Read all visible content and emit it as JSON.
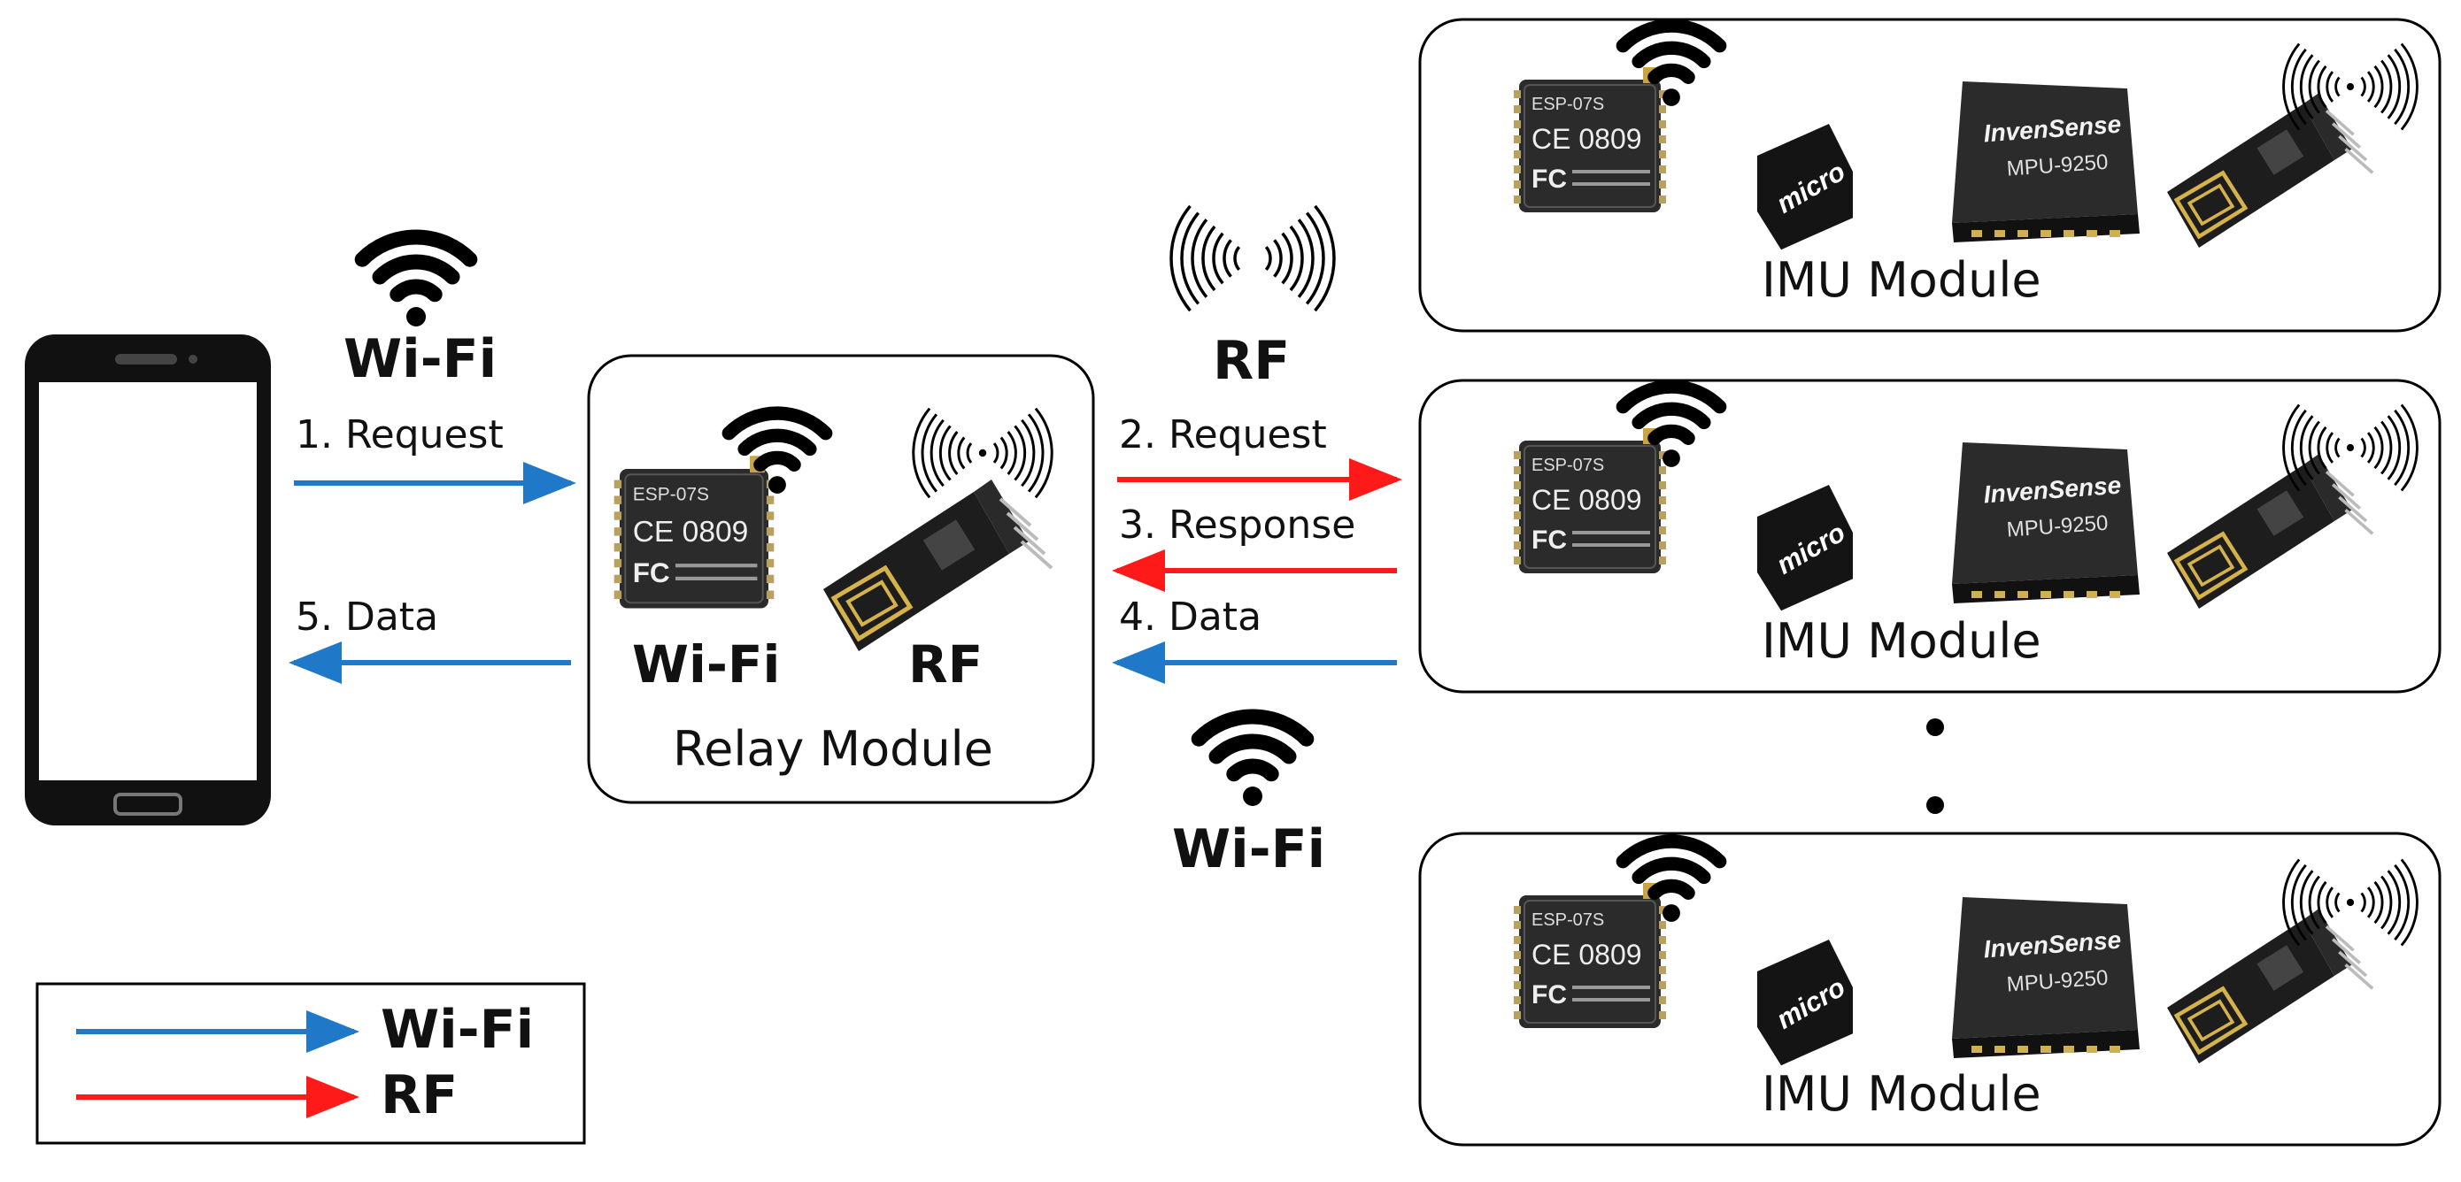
{
  "colors": {
    "wifi": "#1f78c8",
    "rf": "#ff1a1a",
    "ink": "#000000",
    "chip": "#2b2b2b"
  },
  "icons": [
    "smartphone-icon",
    "wifi-icon",
    "rf-antenna-icon",
    "esp8266-chip-icon",
    "nrf24-rf-module-icon",
    "microsd-card-icon",
    "mpu9250-sensor-icon"
  ],
  "left_link": {
    "label": "Wi-Fi",
    "request": "1. Request",
    "data": "5. Data"
  },
  "relay": {
    "wifi_label": "Wi-Fi",
    "rf_label": "RF",
    "title": "Relay Module"
  },
  "right_link": {
    "rf_label": "RF",
    "request": "2. Request",
    "response": "3. Response",
    "data": "4. Data",
    "wifi_label": "Wi-Fi"
  },
  "imu_modules": [
    {
      "title": "IMU Module"
    },
    {
      "title": "IMU Module"
    },
    {
      "title": "IMU Module"
    }
  ],
  "chip_text": {
    "vendor": "ESP-07S",
    "ce": "CE 0809",
    "fcc": "FC",
    "sd": "micro SD",
    "mpu_brand": "InvenSense",
    "mpu_model": "MPU-9250"
  },
  "legend": {
    "wifi": "Wi-Fi",
    "rf": "RF"
  }
}
